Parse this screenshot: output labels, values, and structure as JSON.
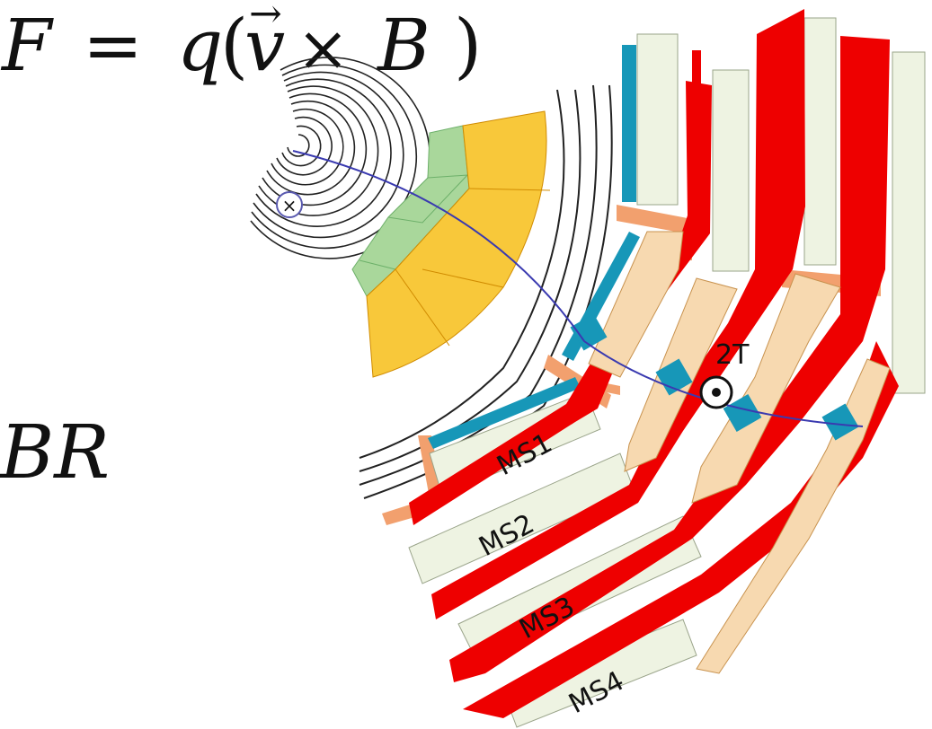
{
  "equations": {
    "lorentz": {
      "F": "F",
      "eq": "=",
      "q": "q",
      "open": "(",
      "v": "v",
      "arrow": "→",
      "cross": "×",
      "B": "B",
      "close": ")"
    },
    "radius": "BR"
  },
  "labels": {
    "ms1": "MS1",
    "ms2": "MS2",
    "ms3": "MS3",
    "ms4": "MS4",
    "field": "2T",
    "into_page": "×"
  },
  "colors": {
    "magnet_red": "#ee0000",
    "chamber_light": "#eef3e2",
    "rpc_blue": "#1797b8",
    "calorimeter_yellow": "#f8c83a",
    "calorimeter_green": "#a9d79b",
    "support_orange": "#f2a06e",
    "chamber_tan": "#f7d9b0",
    "track_blue": "#3a3ab0"
  }
}
